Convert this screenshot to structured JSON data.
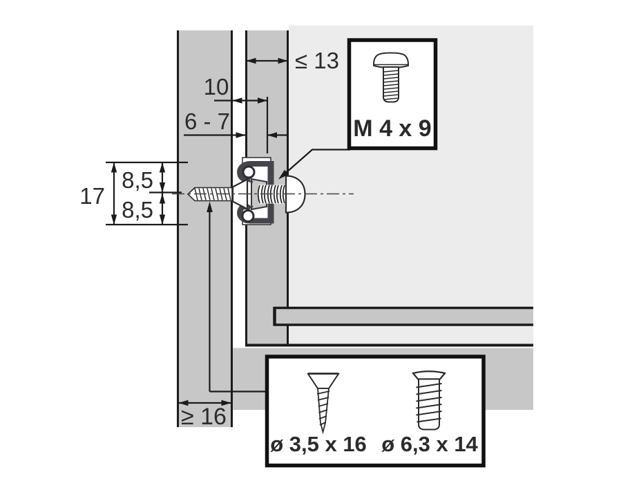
{
  "drawing": {
    "title": "drawer-slide-mounting-diagram",
    "dimensions": {
      "drawer_side_max_thickness": "≤ 13",
      "groove_center_offset": "10",
      "screw_projection": "6 - 7",
      "groove_half_top": "8,5",
      "groove_total_height": "17",
      "groove_half_bottom": "8,5",
      "cabinet_side_min_thickness": "≥ 16"
    },
    "callouts": {
      "machine_screw_label": "M 4 x 9",
      "chipboard_screw_label": "ø 3,5 x 16",
      "euro_screw_label": "ø 6,3 x 14"
    },
    "icons": {
      "machine_screw_icon": "pan-head machine screw",
      "countersunk_screw_icon": "countersunk chipboard screw",
      "euro_screw_icon": "euro system screw",
      "wood_screw_icon": "horizontal wood screw in section",
      "slide_profile_icon": "slide runner cross-section with ball bearings"
    },
    "colors": {
      "panel_gray": "#c7c7c7",
      "interior_gray": "#ececec",
      "outline_black": "#1b1b1b",
      "profile_dark": "#45454b",
      "white": "#ffffff"
    }
  }
}
